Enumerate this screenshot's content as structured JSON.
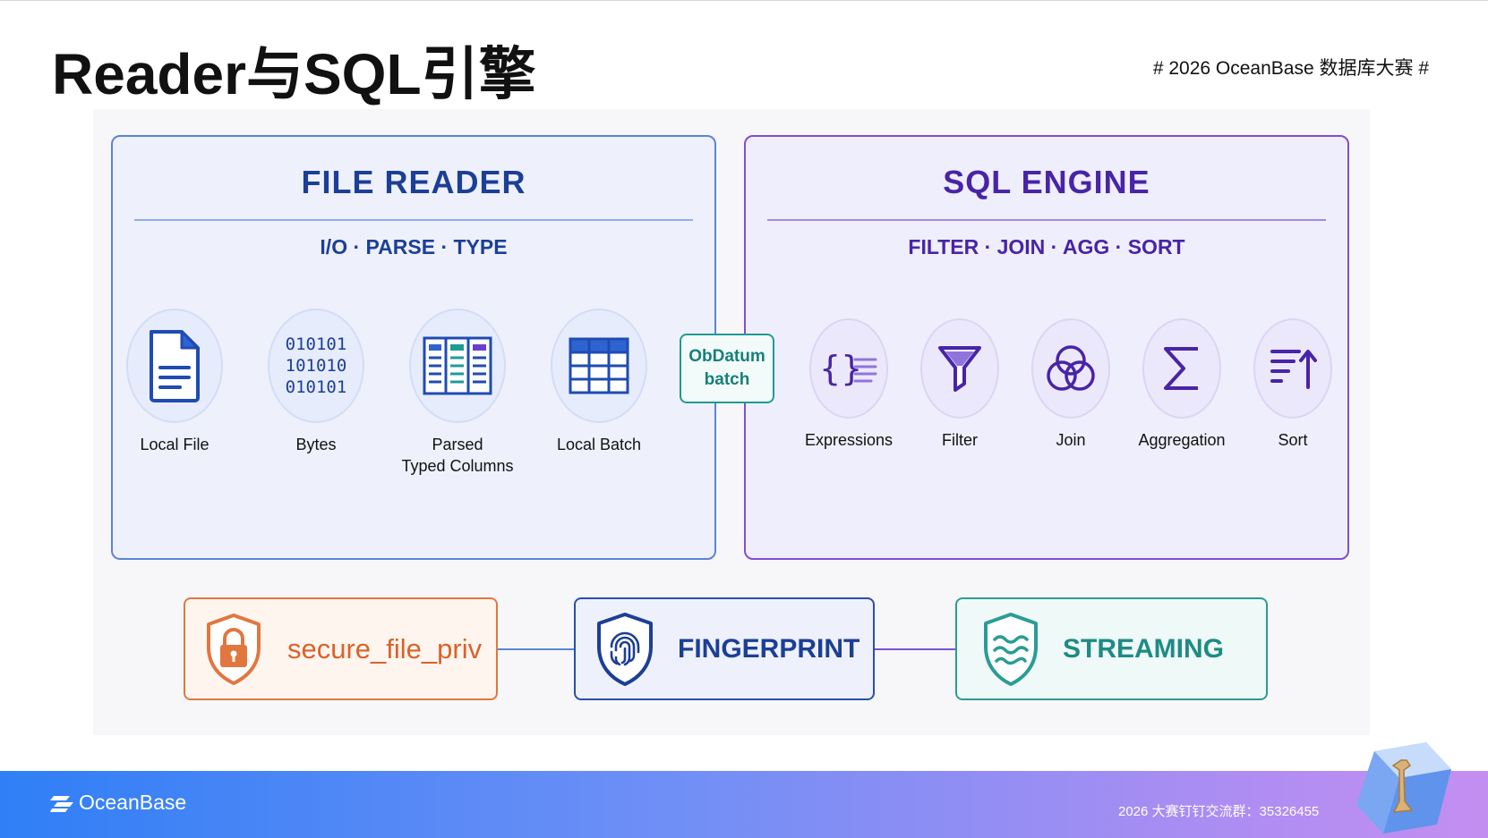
{
  "slide": {
    "title": "Reader与SQL引擎",
    "tag": "# 2026 OceanBase 数据库大赛 #"
  },
  "reader": {
    "title": "FILE READER",
    "subtitle": "I/O · PARSE · TYPE",
    "nodes": [
      {
        "label": "Local File",
        "icon": "document-icon"
      },
      {
        "label": "Bytes",
        "icon": "binary-icon",
        "bits": [
          "010101",
          "101010",
          "010101"
        ]
      },
      {
        "label": "Parsed",
        "label2": "Typed Columns",
        "icon": "columns-icon"
      },
      {
        "label": "Local Batch",
        "icon": "table-grid-icon"
      }
    ]
  },
  "bridge": {
    "line1": "ObDatum",
    "line2": "batch"
  },
  "sql": {
    "title": "SQL ENGINE",
    "subtitle": "FILTER · JOIN · AGG · SORT",
    "nodes": [
      {
        "label": "Expressions",
        "icon": "braces-list-icon"
      },
      {
        "label": "Filter",
        "icon": "funnel-icon"
      },
      {
        "label": "Join",
        "icon": "venn-icon"
      },
      {
        "label": "Aggregation",
        "icon": "sigma-icon"
      },
      {
        "label": "Sort",
        "icon": "sort-icon"
      }
    ]
  },
  "features": [
    {
      "label": "secure_file_priv",
      "icon": "lock-shield-icon",
      "color": "#e1773f"
    },
    {
      "label": "FINGERPRINT",
      "icon": "fingerprint-shield-icon",
      "color": "#2b4fa8"
    },
    {
      "label": "STREAMING",
      "icon": "wave-shield-icon",
      "color": "#2a9c95"
    }
  ],
  "footer": {
    "brand": "OceanBase",
    "group": "2026 大赛钉钉交流群：35326455"
  },
  "colors": {
    "reader_accent": "#1c3f96",
    "sql_accent": "#4824a6",
    "arrow_blue": "#2b6fd8",
    "arrow_purple": "#6a3fd0",
    "bridge_teal": "#1e9b95"
  }
}
